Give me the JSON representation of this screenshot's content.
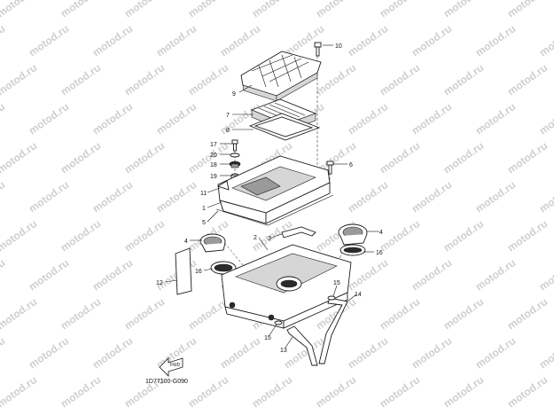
{
  "watermark_text": "motod.ru",
  "diagram_code": "1D77100-G090",
  "callouts": [
    "10",
    "9",
    "7",
    "8",
    "17",
    "20",
    "18",
    "19",
    "11",
    "1",
    "5",
    "6",
    "4",
    "4",
    "2",
    "3",
    "16",
    "16",
    "12",
    "15",
    "14",
    "15",
    "13"
  ],
  "front_arrow_label": "FWD"
}
